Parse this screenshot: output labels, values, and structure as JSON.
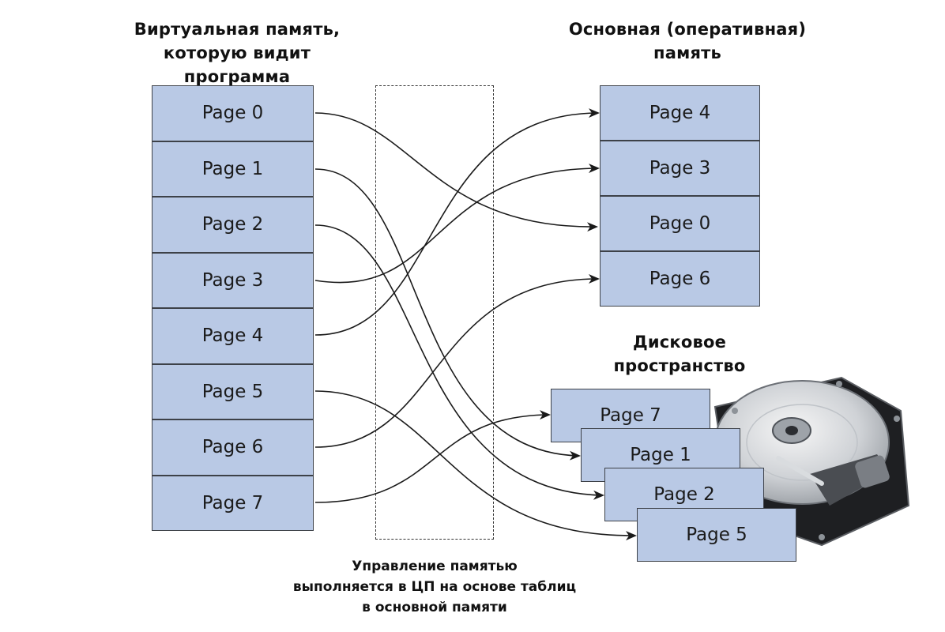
{
  "headings": {
    "virtual_memory": [
      "Виртуальная память,",
      "которую видит программа"
    ],
    "main_memory": [
      "Основная (оперативная)",
      "память"
    ],
    "disk_space": [
      "Дисковое",
      "пространство"
    ]
  },
  "caption": [
    "Управление памятью",
    "выполняется в ЦП на основе таблиц",
    "в основной памяти"
  ],
  "virtual_pages": [
    "Page 0",
    "Page 1",
    "Page 2",
    "Page 3",
    "Page 4",
    "Page 5",
    "Page 6",
    "Page 7"
  ],
  "main_pages": [
    "Page 4",
    "Page 3",
    "Page 0",
    "Page 6"
  ],
  "disk_pages": [
    "Page 7",
    "Page 1",
    "Page 2",
    "Page 5"
  ],
  "mappings": [
    {
      "from": "Page 0",
      "to": "main",
      "target": "Page 0"
    },
    {
      "from": "Page 1",
      "to": "disk",
      "target": "Page 1"
    },
    {
      "from": "Page 2",
      "to": "disk",
      "target": "Page 2"
    },
    {
      "from": "Page 3",
      "to": "main",
      "target": "Page 3"
    },
    {
      "from": "Page 4",
      "to": "main",
      "target": "Page 4"
    },
    {
      "from": "Page 5",
      "to": "disk",
      "target": "Page 5"
    },
    {
      "from": "Page 6",
      "to": "main",
      "target": "Page 6"
    },
    {
      "from": "Page 7",
      "to": "disk",
      "target": "Page 7"
    }
  ],
  "colors": {
    "page_fill": "#b9c9e5",
    "page_border": "#3d4148",
    "arrow": "#1a1a1a"
  },
  "icons": {
    "disk": "hard-drive-icon"
  }
}
